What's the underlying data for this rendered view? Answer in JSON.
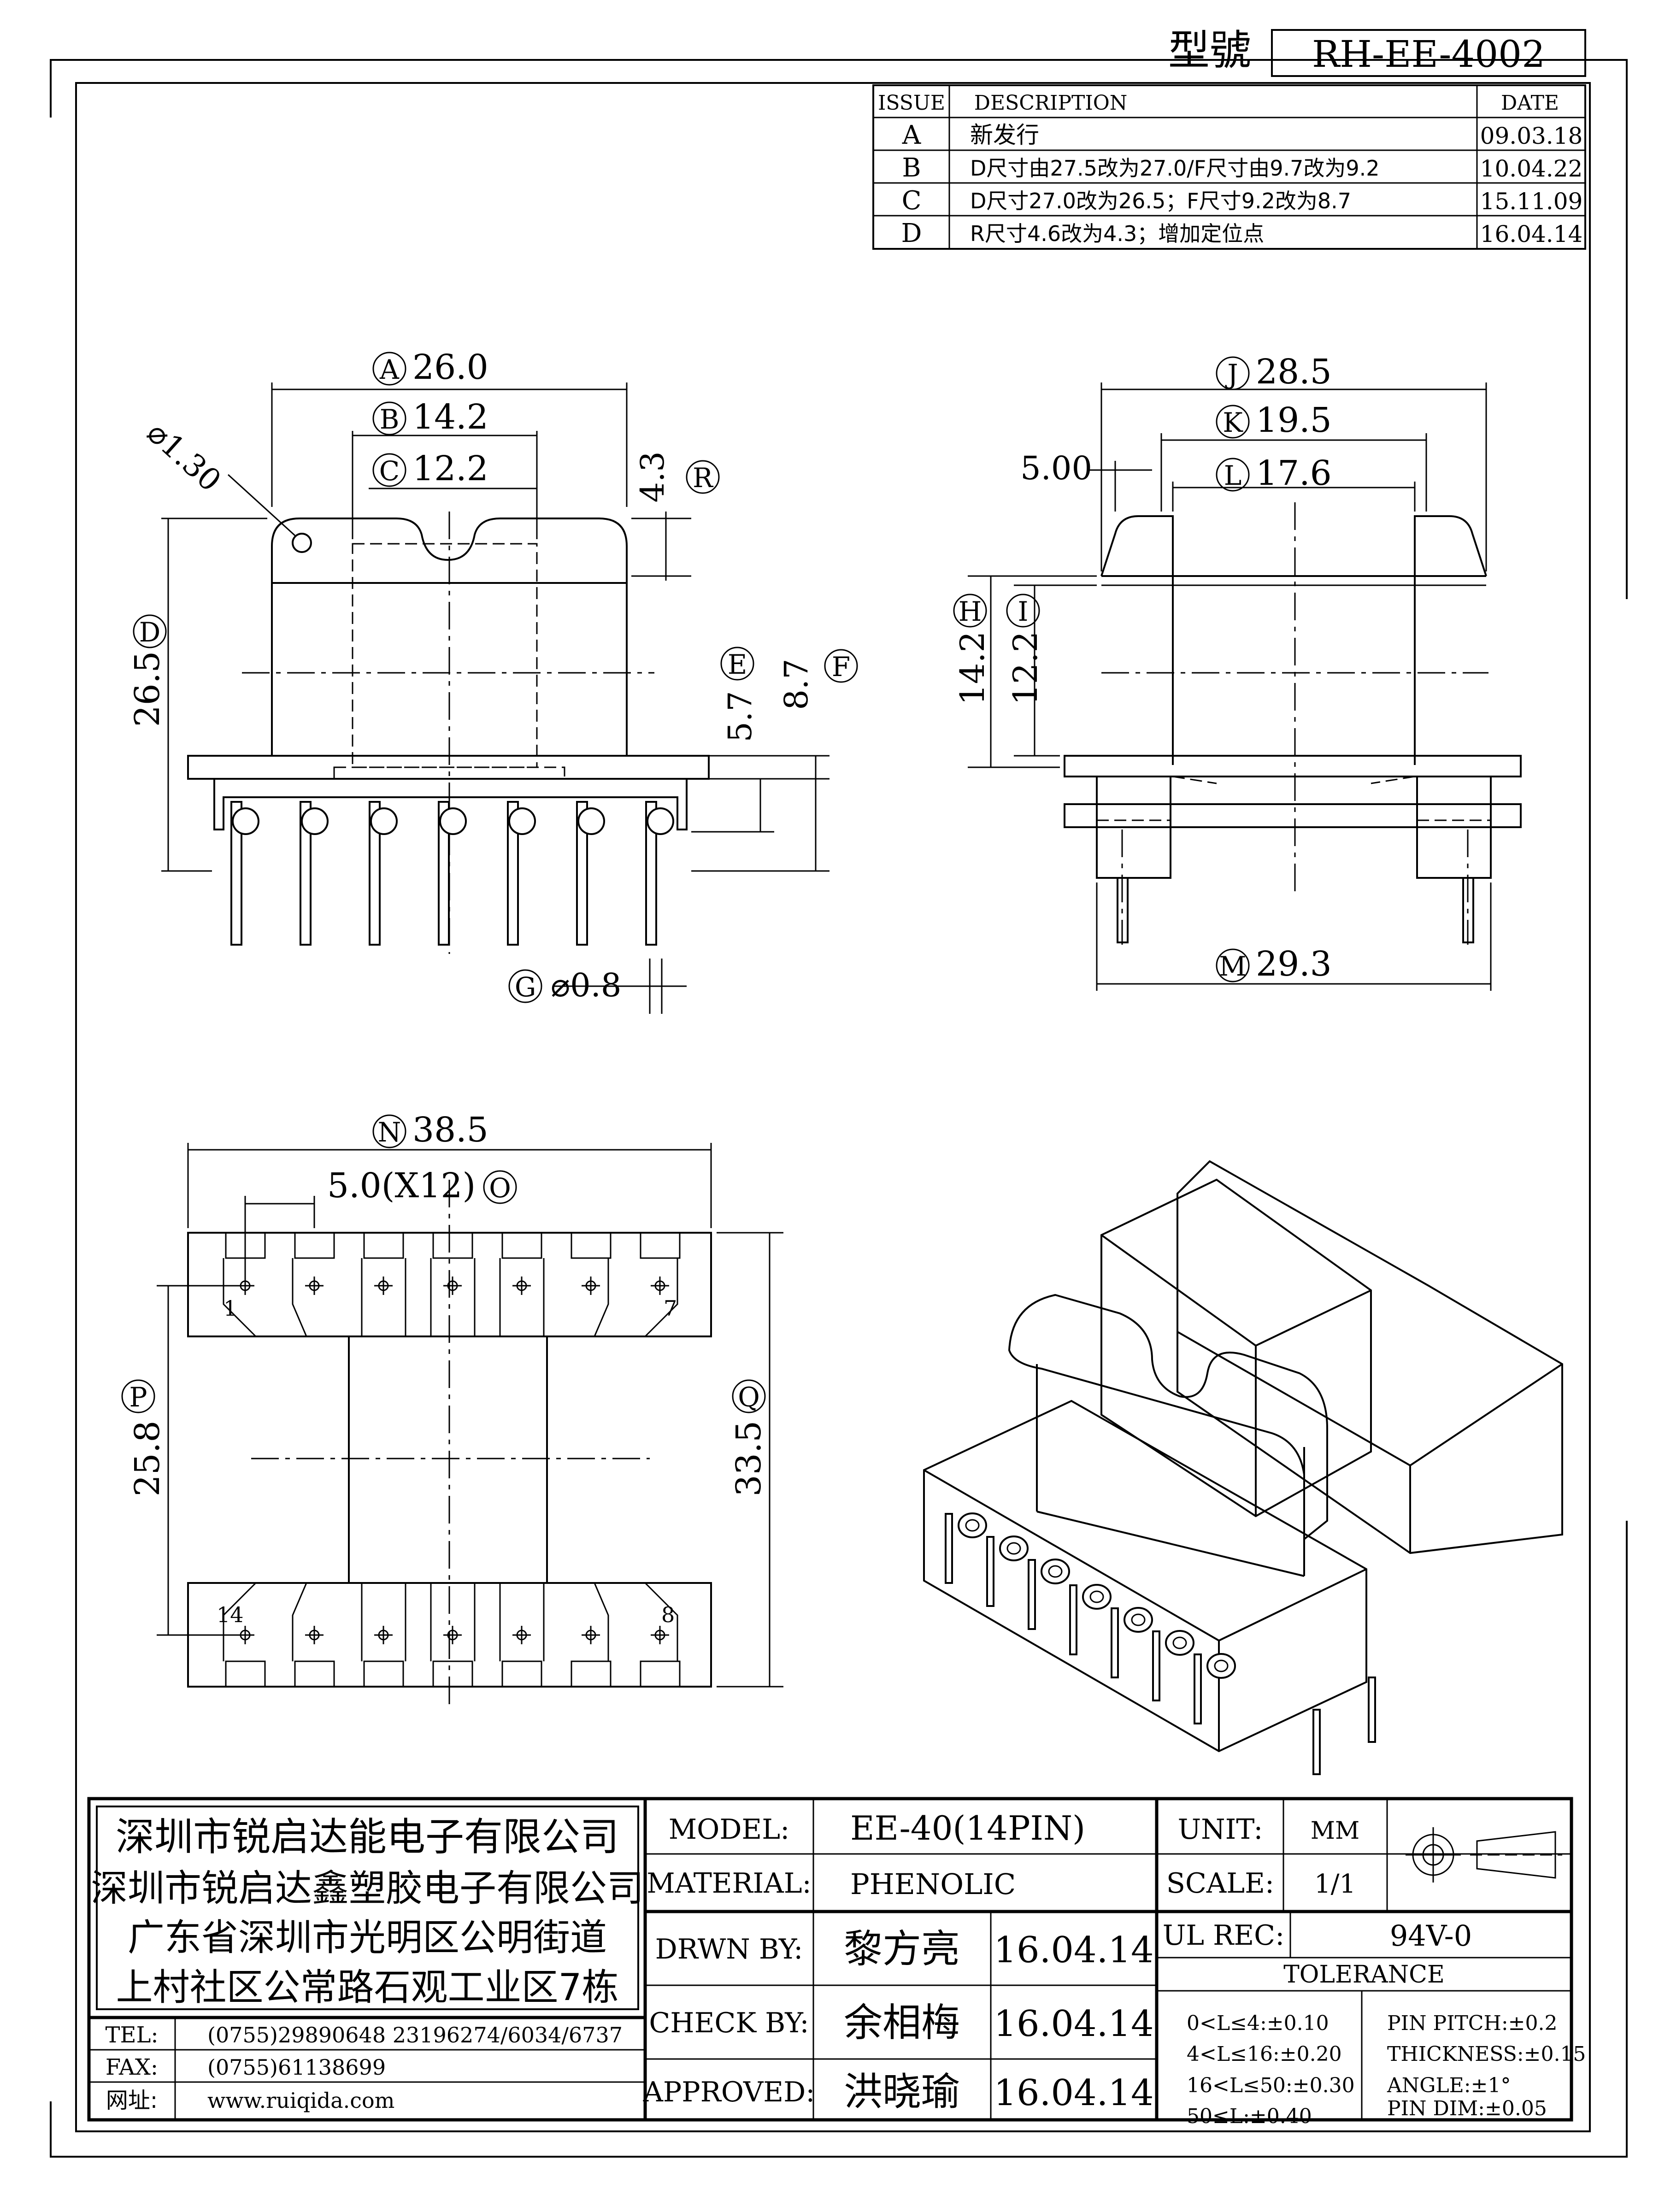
{
  "header": {
    "model_label": "型號",
    "model_no": "RH-EE-4002"
  },
  "revisions": {
    "headers": {
      "issue": "ISSUE",
      "description": "DESCRIPTION",
      "date": "DATE"
    },
    "rows": [
      {
        "issue": "A",
        "description": "新发行",
        "date": "09.03.18"
      },
      {
        "issue": "B",
        "description": "D尺寸由27.5改为27.0/F尺寸由9.7改为9.2",
        "date": "10.04.22"
      },
      {
        "issue": "C",
        "description": "D尺寸27.0改为26.5；F尺寸9.2改为8.7",
        "date": "15.11.09"
      },
      {
        "issue": "D",
        "description": "R尺寸4.6改为4.3；增加定位点",
        "date": "16.04.14"
      }
    ]
  },
  "dims": {
    "A": "A",
    "A_val": "26.0",
    "B": "B",
    "B_val": "14.2",
    "C": "C",
    "C_val": "12.2",
    "D": "D",
    "D_val": "26.5",
    "E": "E",
    "E_val": "5.7",
    "F": "F",
    "F_val": "8.7",
    "G": "G",
    "G_val": "⌀0.8",
    "R": "R",
    "R_val": "4.3",
    "hole": "⌀1.30",
    "J": "J",
    "J_val": "28.5",
    "K": "K",
    "K_val": "19.5",
    "L": "L",
    "L_val": "17.6",
    "gap": "5.00",
    "H": "H",
    "H_val": "14.2",
    "I": "I",
    "I_val": "12.2",
    "M": "M",
    "M_val": "29.3",
    "N": "N",
    "N_val": "38.5",
    "O": "O",
    "O_val": "5.0(X12)",
    "P": "P",
    "P_val": "25.8",
    "Q": "Q",
    "Q_val": "33.5",
    "pin1": "1",
    "pin7": "7",
    "pin8": "8",
    "pin14": "14"
  },
  "company": {
    "line1": "深圳市锐启达能电子有限公司",
    "line2": "深圳市锐启达鑫塑胶电子有限公司",
    "line3": "广东省深圳市光明区公明街道",
    "line4": "上村社区公常路石观工业区7栋"
  },
  "contact": {
    "tel_label": "TEL:",
    "tel": "(0755)29890648  23196274/6034/6737",
    "fax_label": "FAX:",
    "fax": "(0755)61138699",
    "web_label": "网址:",
    "web": "www.ruiqida.com"
  },
  "title_block": {
    "model_label": "MODEL:",
    "model": "EE-40(14PIN)",
    "material_label": "MATERIAL:",
    "material": "PHENOLIC",
    "drawn_label": "DRWN BY:",
    "drawn_by": "黎方亮",
    "drawn_date": "16.04.14",
    "check_label": "CHECK BY:",
    "check_by": "余相梅",
    "check_date": "16.04.14",
    "approved_label": "APPROVED:",
    "approved_by": "洪晓瑜",
    "approved_date": "16.04.14",
    "unit_label": "UNIT:",
    "unit": "MM",
    "scale_label": "SCALE:",
    "scale": "1/1",
    "ul_label": "UL REC:",
    "ul": "94V-0",
    "tolerance_label": "TOLERANCE",
    "tol1": "0<L≤4:±0.10",
    "tol2": "4<L≤16:±0.20",
    "tol3": "16<L≤50:±0.30",
    "tol4": "50≤L:±0.40",
    "pitch": "PIN PITCH:±0.2",
    "thickness": "THICKNESS:±0.15",
    "angle": "ANGLE:±1°",
    "pin_dim": "PIN DIM:±0.05"
  }
}
